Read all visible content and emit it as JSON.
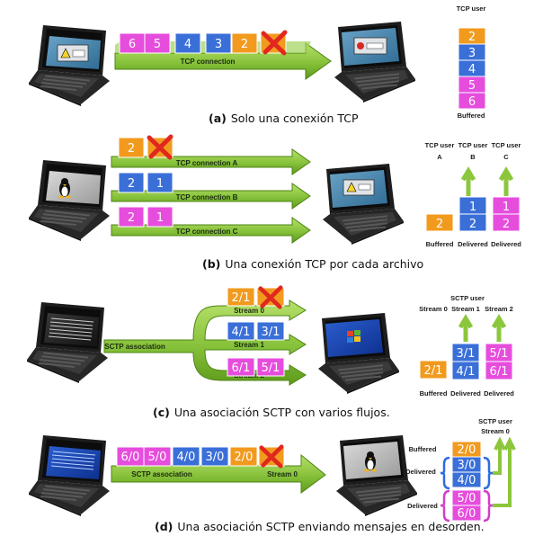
{
  "colors": {
    "green_dark": "#5e9a1c",
    "green_light": "#b7e06a",
    "magenta": "#e64ddd",
    "blue": "#3a6fd8",
    "orange": "#f29a1e",
    "red_x": "#e0281e"
  },
  "icons": [
    "laptop-icon",
    "warning-dialog-icon",
    "error-dialog-icon",
    "tux-penguin-icon",
    "windows-logo-icon",
    "red-x-icon",
    "bracket-icon"
  ],
  "panel_a": {
    "caption_letter": "(a)",
    "caption_text": "Solo una conexión TCP",
    "arrow_label": "TCP connection",
    "packets": [
      {
        "label": "6",
        "color": "magenta"
      },
      {
        "label": "5",
        "color": "magenta"
      },
      {
        "label": "4",
        "color": "blue"
      },
      {
        "label": "3",
        "color": "blue"
      },
      {
        "label": "2",
        "color": "orange"
      },
      {
        "label": "",
        "color": "orange",
        "lost": true
      }
    ],
    "stack_title": "TCP user",
    "stack": [
      {
        "label": "2",
        "color": "orange"
      },
      {
        "label": "3",
        "color": "blue"
      },
      {
        "label": "4",
        "color": "blue"
      },
      {
        "label": "5",
        "color": "magenta"
      },
      {
        "label": "6",
        "color": "magenta"
      }
    ],
    "stack_footer": "Buffered"
  },
  "panel_b": {
    "caption_letter": "(b)",
    "caption_text": "Una conexión TCP por cada archivo",
    "connections": [
      {
        "label": "TCP connection A",
        "packets": [
          "2",
          ""
        ],
        "color": "orange"
      },
      {
        "label": "TCP connection B",
        "packets": [
          "2",
          "1"
        ],
        "color": "blue"
      },
      {
        "label": "TCP connection C",
        "packets": [
          "2",
          "1"
        ],
        "color": "magenta"
      }
    ],
    "users": [
      {
        "title": "TCP user",
        "sub": "A",
        "blocks": [
          "2"
        ],
        "color": "orange",
        "footer": "Buffered"
      },
      {
        "title": "TCP user",
        "sub": "B",
        "blocks": [
          "1",
          "2"
        ],
        "color": "blue",
        "footer": "Delivered"
      },
      {
        "title": "TCP user",
        "sub": "C",
        "blocks": [
          "1",
          "2"
        ],
        "color": "magenta",
        "footer": "Delivered"
      }
    ]
  },
  "panel_c": {
    "caption_letter": "(c)",
    "caption_text": "Una asociación SCTP con varios flujos.",
    "association_label": "SCTP association",
    "streams": [
      {
        "label": "Stream 0",
        "packets": [
          "2/1",
          ""
        ],
        "color": "orange"
      },
      {
        "label": "Stream 1",
        "packets": [
          "4/1",
          "3/1"
        ],
        "color": "blue"
      },
      {
        "label": "Stream 2",
        "packets": [
          "6/1",
          "5/1"
        ],
        "color": "magenta"
      }
    ],
    "user_title": "SCTP user",
    "stream_heads": [
      "Stream 0",
      "Stream 1",
      "Stream 2"
    ],
    "columns": [
      {
        "blocks": [
          "2/1"
        ],
        "color": "orange",
        "footer": "Buffered"
      },
      {
        "blocks": [
          "3/1",
          "4/1"
        ],
        "color": "blue",
        "footer": "Delivered"
      },
      {
        "blocks": [
          "5/1",
          "6/1"
        ],
        "color": "magenta",
        "footer": "Delivered"
      }
    ]
  },
  "panel_d": {
    "caption_letter": "(d)",
    "caption_text": "Una asociación SCTP enviando mensajes en desorden.",
    "association_label": "SCTP association",
    "stream_label": "Stream 0",
    "packets": [
      {
        "label": "6/0",
        "color": "magenta"
      },
      {
        "label": "5/0",
        "color": "magenta"
      },
      {
        "label": "4/0",
        "color": "blue"
      },
      {
        "label": "3/0",
        "color": "blue"
      },
      {
        "label": "2/0",
        "color": "orange"
      },
      {
        "label": "",
        "color": "orange",
        "lost": true
      }
    ],
    "user_title": "SCTP user",
    "user_sub": "Stream 0",
    "stack": [
      {
        "label": "2/0",
        "color": "orange"
      },
      {
        "label": "3/0",
        "color": "blue"
      },
      {
        "label": "4/0",
        "color": "blue"
      },
      {
        "label": "5/0",
        "color": "magenta"
      },
      {
        "label": "6/0",
        "color": "magenta"
      }
    ],
    "labels": [
      "Buffered",
      "Delivered",
      "Delivered"
    ]
  }
}
